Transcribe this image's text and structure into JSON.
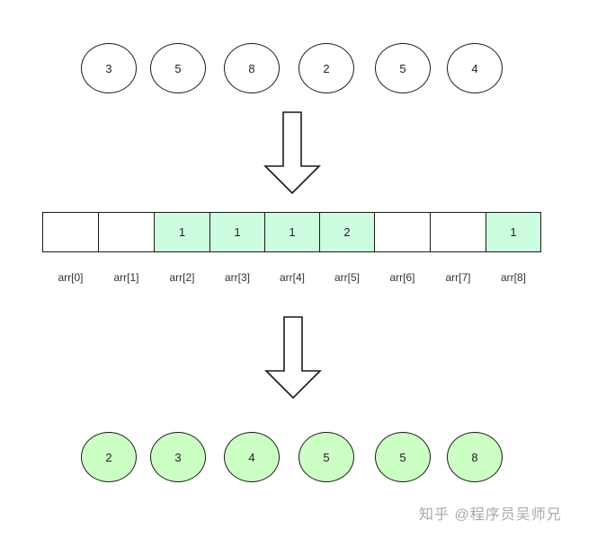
{
  "input": {
    "values": [
      "3",
      "5",
      "8",
      "2",
      "5",
      "4"
    ]
  },
  "count_array": {
    "cells": [
      {
        "index_label": "arr[0]",
        "count": ""
      },
      {
        "index_label": "arr[1]",
        "count": ""
      },
      {
        "index_label": "arr[2]",
        "count": "1"
      },
      {
        "index_label": "arr[3]",
        "count": "1"
      },
      {
        "index_label": "arr[4]",
        "count": "1"
      },
      {
        "index_label": "arr[5]",
        "count": "2"
      },
      {
        "index_label": "arr[6]",
        "count": ""
      },
      {
        "index_label": "arr[7]",
        "count": ""
      },
      {
        "index_label": "arr[8]",
        "count": "1"
      }
    ]
  },
  "output": {
    "values": [
      "2",
      "3",
      "4",
      "5",
      "5",
      "8"
    ]
  },
  "watermark": "知乎 @程序员吴师兄",
  "colors": {
    "filled_cell": "#cdfde1",
    "output_node": "#ccffc4",
    "stroke": "#1a1a1a"
  }
}
